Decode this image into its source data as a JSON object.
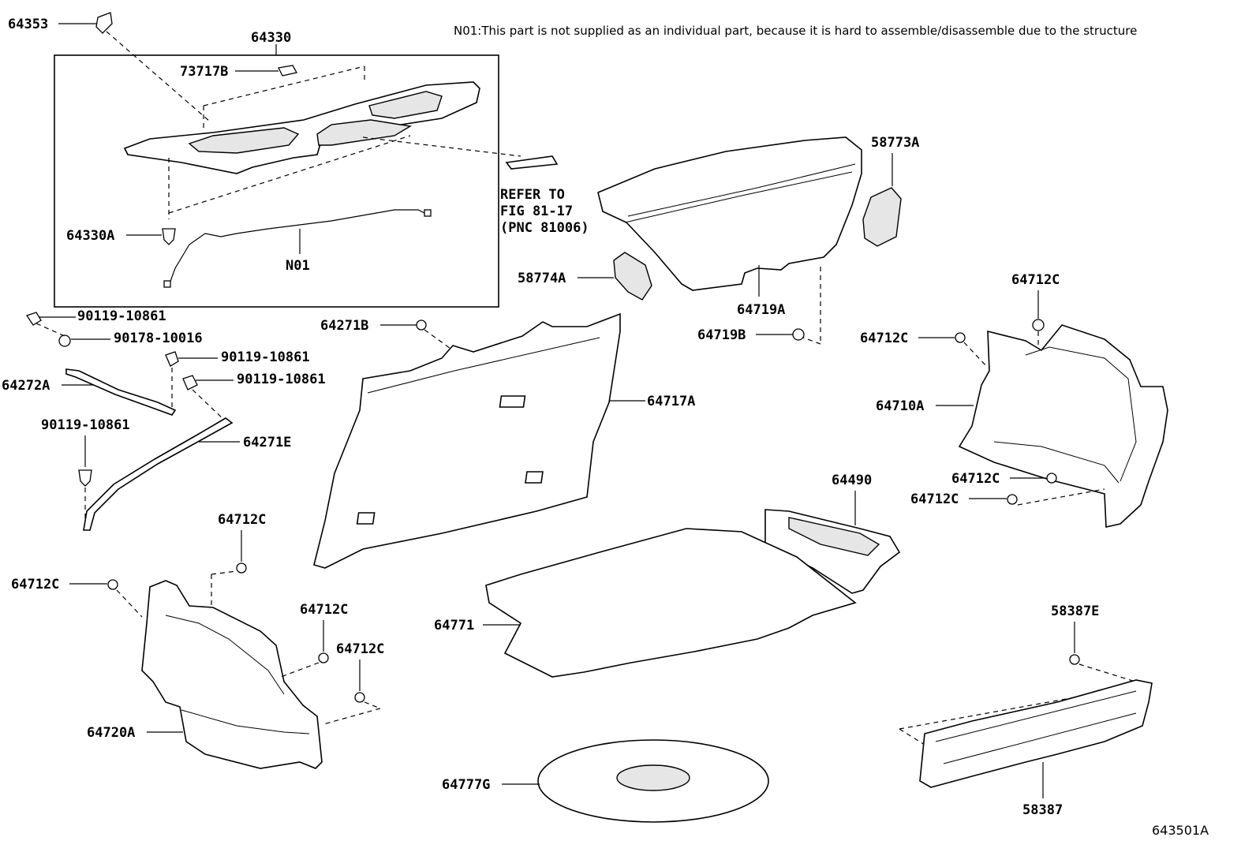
{
  "note": "N01:This part is not supplied as an individual part,  because it is hard to assemble/disassemble due to the structure",
  "figure_id": "643501A",
  "refer": {
    "line1": "REFER TO",
    "line2": "FIG 81-17",
    "line3": "(PNC 81006)"
  },
  "labels": {
    "p64353": "64353",
    "p64330": "64330",
    "p73717B": "73717B",
    "p64330A": "64330A",
    "pN01": "N01",
    "p58773A": "58773A",
    "p58774A": "58774A",
    "p64719A": "64719A",
    "p64719B": "64719B",
    "p90119_a": "90119-10861",
    "p90178": "90178-10016",
    "p90119_b": "90119-10861",
    "p90119_c": "90119-10861",
    "p64272A": "64272A",
    "p90119_d": "90119-10861",
    "p64271E": "64271E",
    "p64271B": "64271B",
    "p64717A": "64717A",
    "p64712C_r1": "64712C",
    "p64712C_r2": "64712C",
    "p64710A": "64710A",
    "p64712C_r3": "64712C",
    "p64712C_r4": "64712C",
    "p64490": "64490",
    "p64712C_l1": "64712C",
    "p64712C_l2": "64712C",
    "p64712C_l3": "64712C",
    "p64712C_l4": "64712C",
    "p64771": "64771",
    "p64720A": "64720A",
    "p58387E": "58387E",
    "p58387": "58387",
    "p64777G": "64777G"
  }
}
